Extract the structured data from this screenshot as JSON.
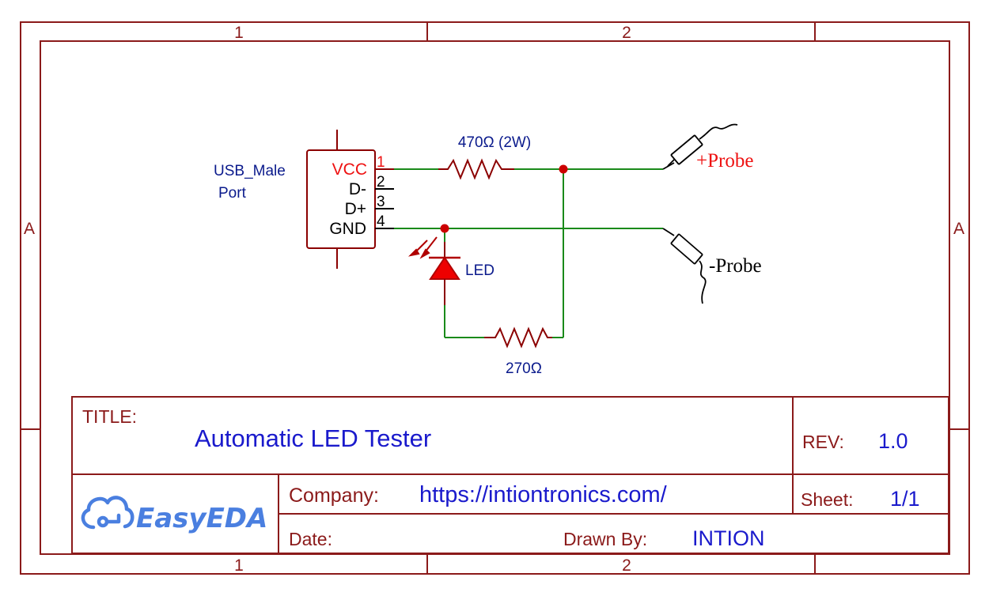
{
  "border": {
    "columns": [
      "1",
      "2"
    ],
    "rows": [
      "A"
    ]
  },
  "title_block": {
    "title_label": "TITLE:",
    "title_value": "Automatic LED Tester",
    "rev_label": "REV:",
    "rev_value": "1.0",
    "company_label": "Company:",
    "company_value": "https://intiontronics.com/",
    "sheet_label": "Sheet:",
    "sheet_value": "1/1",
    "date_label": "Date:",
    "date_value": "",
    "drawn_by_label": "Drawn By:",
    "drawn_by_value": "INTION",
    "logo_text": "EasyEDA"
  },
  "schematic": {
    "usb": {
      "name_line1": "USB_Male",
      "name_line2": "Port",
      "pins": [
        {
          "number": "1",
          "label": "VCC"
        },
        {
          "number": "2",
          "label": "D-"
        },
        {
          "number": "3",
          "label": "D+"
        },
        {
          "number": "4",
          "label": "GND"
        }
      ]
    },
    "r1_label": "470Ω (2W)",
    "r2_label": "270Ω",
    "led_label": "LED",
    "probe_pos_label": "+Probe",
    "probe_neg_label": "-Probe"
  },
  "colors": {
    "frame": "#8b1a1a",
    "wire": "#1a8a1a",
    "component": "#8b0000",
    "junction": "#cc0000",
    "value_text": "#1a1acc",
    "label_text": "#0a1a8c",
    "vcc_text": "#ee1111"
  }
}
